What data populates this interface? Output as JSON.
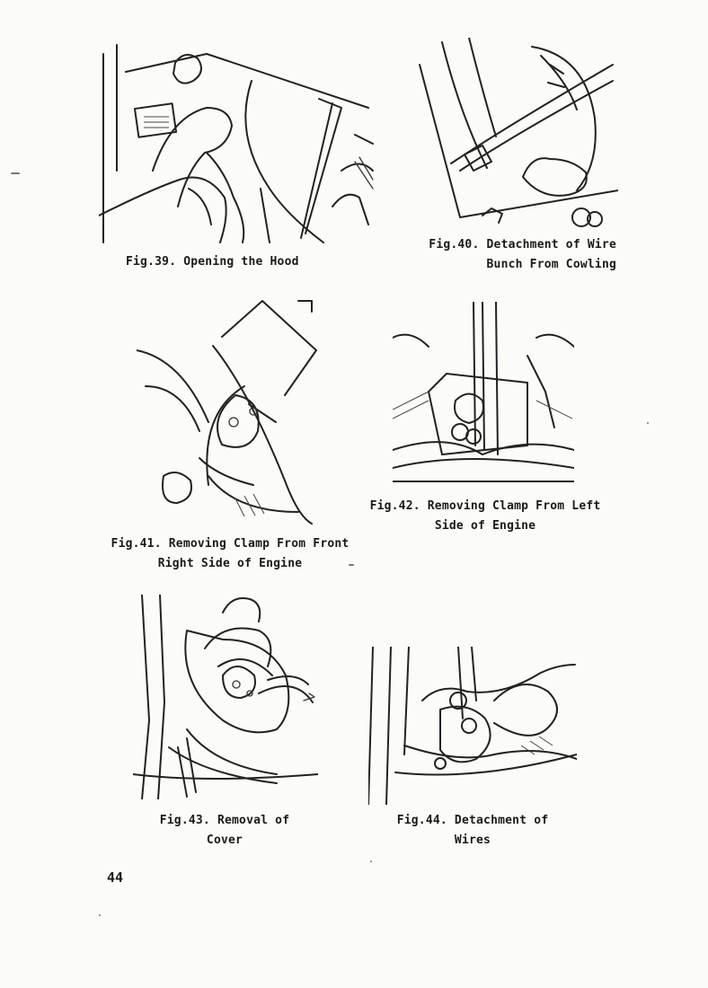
{
  "page_number": "44",
  "figures": [
    {
      "id": "fig39",
      "caption_lines": [
        "Fig.39. Opening the Hood"
      ]
    },
    {
      "id": "fig40",
      "caption_lines": [
        "Fig.40. Detachment of Wire",
        "Bunch From Cowling"
      ]
    },
    {
      "id": "fig41",
      "caption_lines": [
        "Fig.41. Removing Clamp From Front",
        "Right Side of Engine"
      ]
    },
    {
      "id": "fig42",
      "caption_lines": [
        "Fig.42. Removing Clamp From Left",
        "Side of Engine"
      ]
    },
    {
      "id": "fig43",
      "caption_lines": [
        "Fig.43. Removal of",
        "Cover"
      ]
    },
    {
      "id": "fig44",
      "caption_lines": [
        "Fig.44. Detachment of",
        "Wires"
      ]
    }
  ]
}
